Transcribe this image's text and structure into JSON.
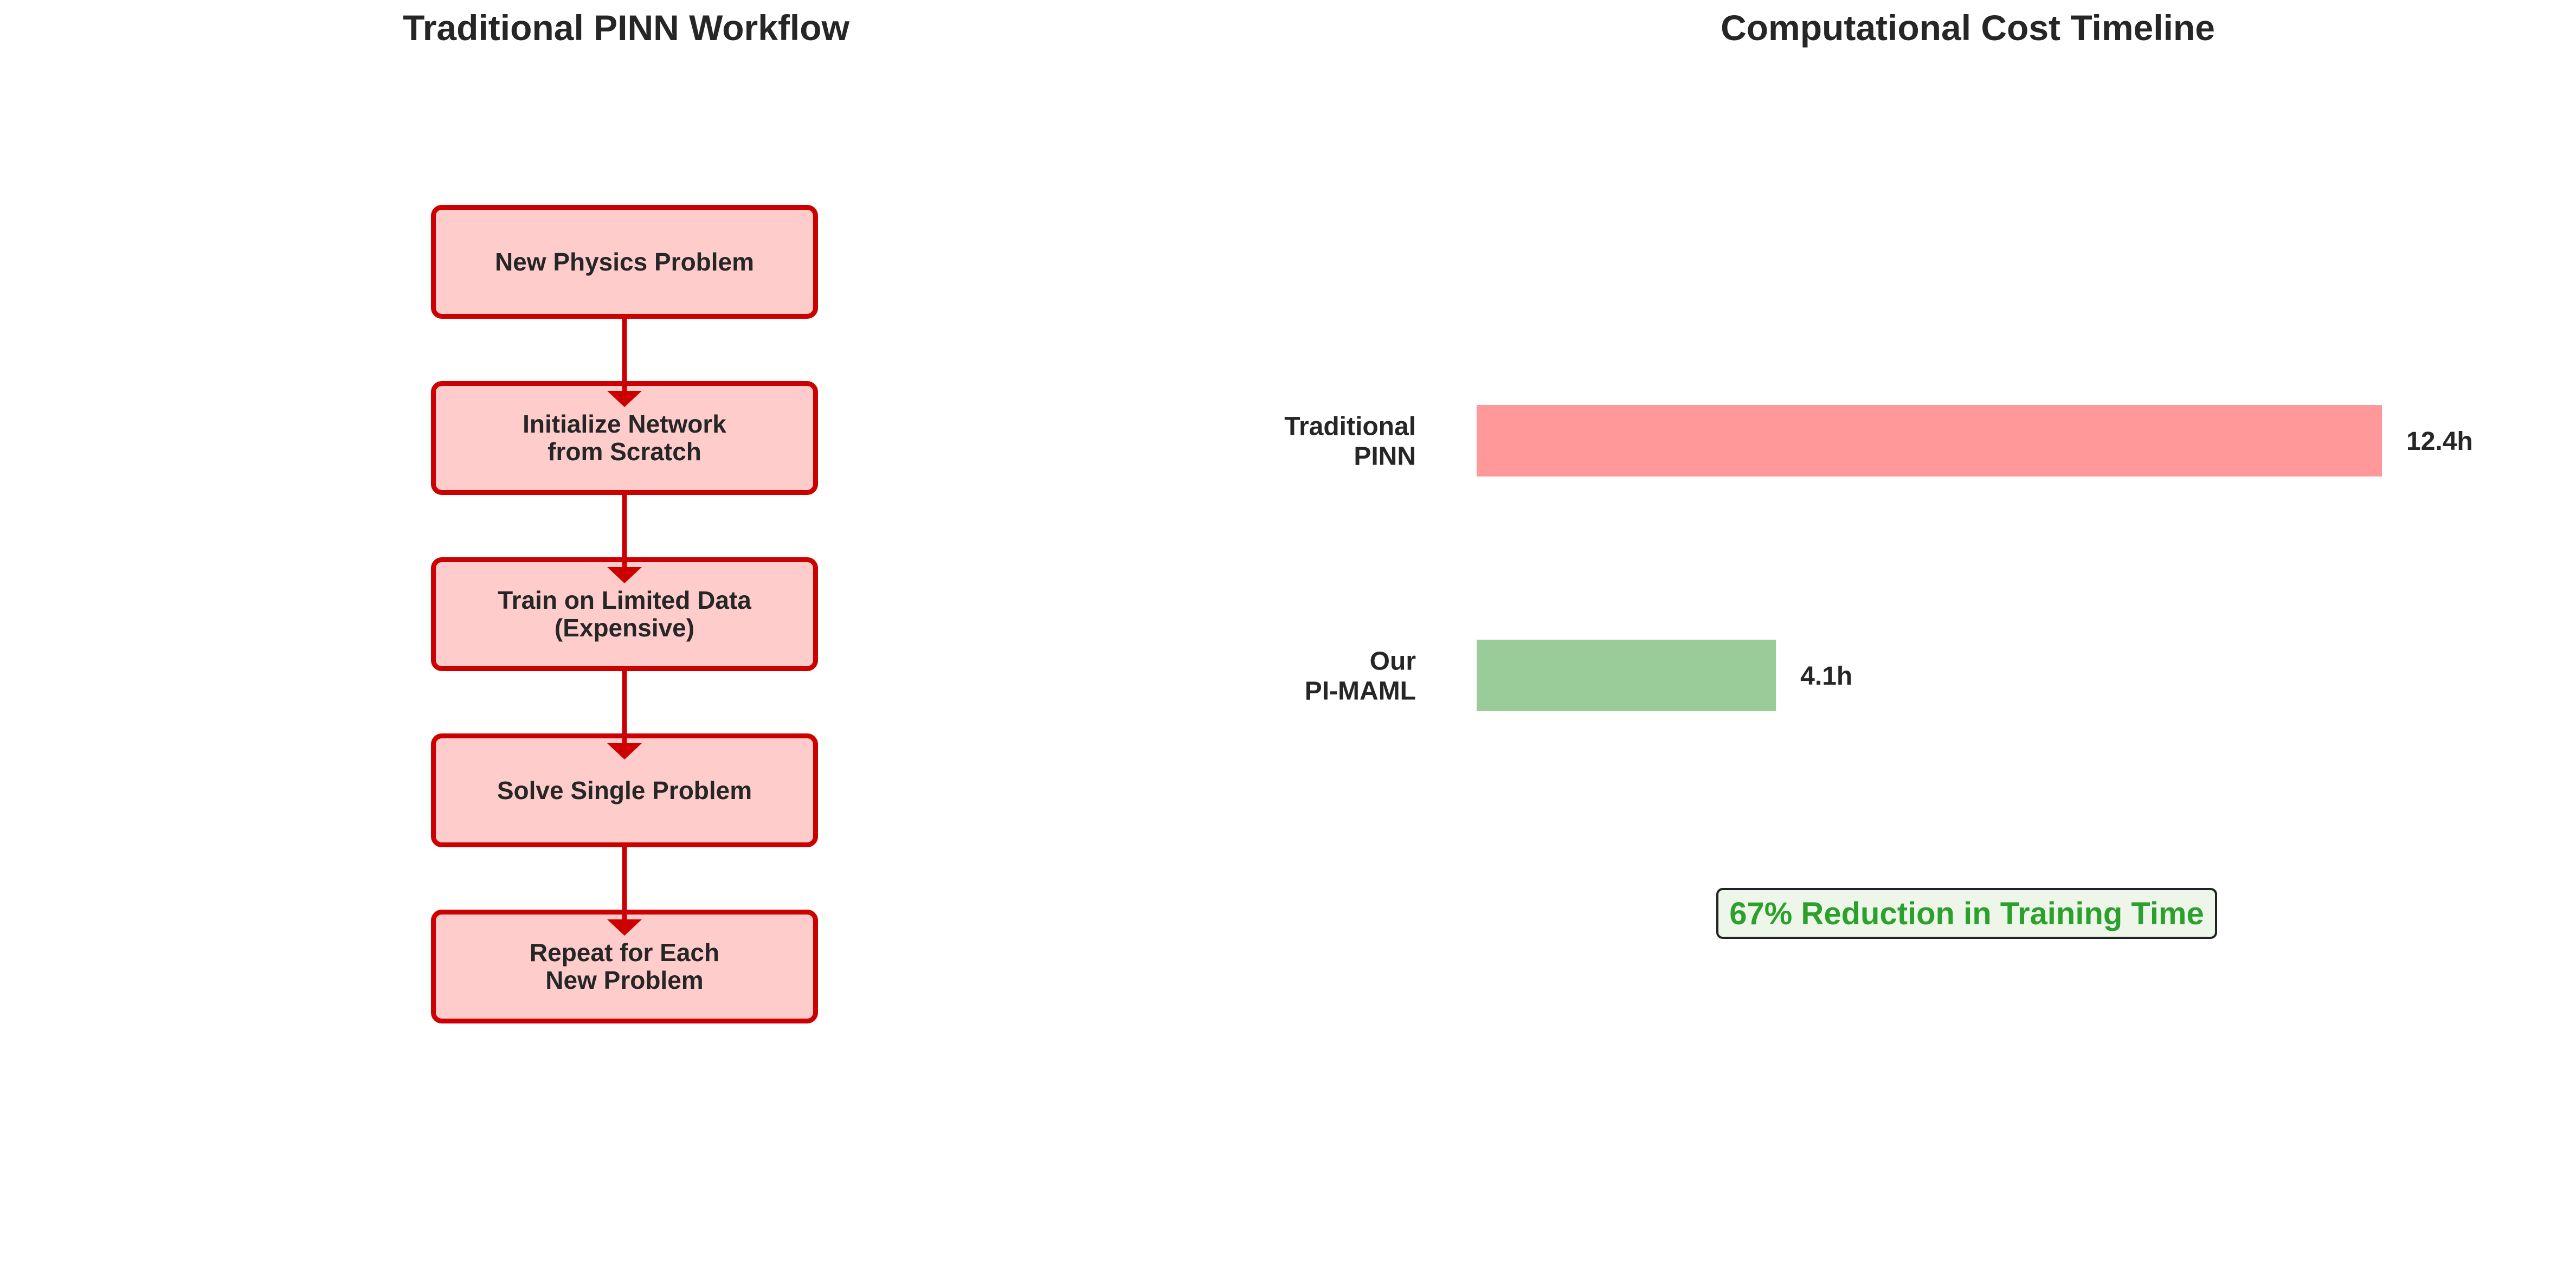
{
  "left_panel": {
    "title": "Traditional PINN Workflow",
    "steps": [
      "New Physics Problem",
      "Initialize Network\nfrom Scratch",
      "Train on Limited Data\n(Expensive)",
      "Solve Single Problem",
      "Repeat for Each\nNew Problem"
    ]
  },
  "chart_data": {
    "type": "bar",
    "orientation": "horizontal",
    "title": "Computational Cost Timeline",
    "categories": [
      "Traditional\nPINN",
      "Our\nPI-MAML"
    ],
    "values": [
      12.4,
      4.1
    ],
    "value_labels": [
      "12.4h",
      "4.1h"
    ],
    "unit": "h",
    "colors": [
      "#ff9999",
      "#99cc99"
    ],
    "grid": false,
    "axes_visible": false,
    "annotation": "67% Reduction in Training Time",
    "annotation_color": "#2ca02c"
  },
  "colors": {
    "box_fill": "#ffcccc",
    "box_border": "#cc0000",
    "arrow": "#cc0000"
  }
}
